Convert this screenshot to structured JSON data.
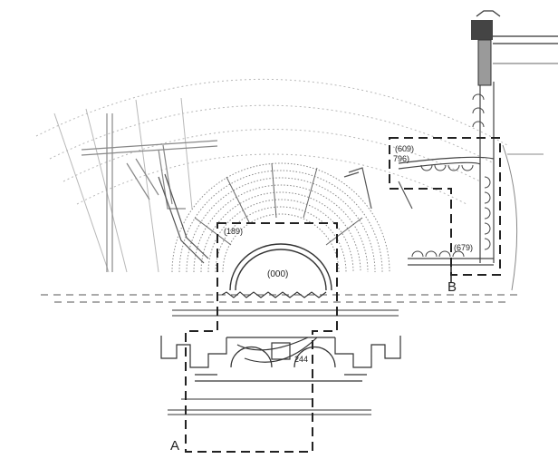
{
  "labels": {
    "region_a": "A",
    "region_b": "B",
    "orchestra": "(000)",
    "n189": "(189)",
    "n609": "(609)",
    "n796": "796)",
    "n679": "(679)",
    "n244": "244"
  },
  "colors": {
    "ink": "#222222",
    "faint": "#9a9a9a",
    "hatch": "#555555",
    "wall": "#444444"
  }
}
